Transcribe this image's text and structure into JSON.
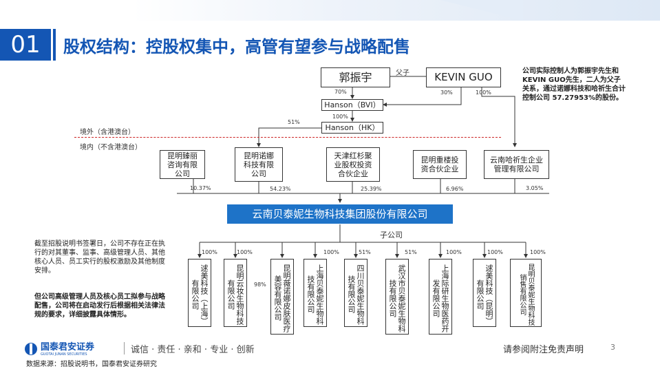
{
  "header": {
    "section_number": "01",
    "title": "股权结构：控股权集中，高管有望参与战略配售"
  },
  "people": {
    "guo_zhenyu": "郭振宇",
    "kevin_guo": "KEVIN GUO",
    "relation": "父子"
  },
  "holdings": {
    "hanson_bvi": "Hanson（BVI）",
    "hanson_hk": "Hanson（HK）",
    "pct_guo_bvi": "70%",
    "pct_kevin_bvi": "30%",
    "pct_kevin_yunnan": "100%",
    "pct_bvi_hk": "100%",
    "pct_hk_kunming_nuona": "51%"
  },
  "boundary": {
    "outside": "境外（含港澳台）",
    "inside": "境内（不含港澳台）"
  },
  "shareholders": [
    {
      "name": [
        "昆明臻丽",
        "咨询有限",
        "公司"
      ],
      "pct": "10.37%"
    },
    {
      "name": [
        "昆明诺娜",
        "科技有限",
        "公司"
      ],
      "pct": "54.23%"
    },
    {
      "name": [
        "天津红杉聚",
        "业股权投资",
        "合伙企业"
      ],
      "pct": "25.39%"
    },
    {
      "name": [
        "昆明重楼投",
        "资合伙企业"
      ],
      "pct": "6.96%"
    },
    {
      "name": [
        "云南哈祈生企业",
        "管理有限公司"
      ],
      "pct": "3.05%"
    }
  ],
  "main_company": "云南贝泰妮生物科技集团股份有限公司",
  "subsidiary_label": "子公司",
  "subsidiaries": [
    {
      "name": "逑美科技（上海）有限公司",
      "pct": "100%"
    },
    {
      "name": "昆明云妆生物科技有限公司",
      "pct": "100%"
    },
    {
      "name": "昆明薇诺娜皮肤医疗美容有限公司",
      "pct": "98%"
    },
    {
      "name": "上海贝泰妮生物科技有限公司",
      "pct": "100%"
    },
    {
      "name": "四川贝泰妮生物科技有限公司",
      "pct": "51%"
    },
    {
      "name": "武汉市贝泰妮生物科技有限公司",
      "pct": "51%"
    },
    {
      "name": "上海际研生物医药开发有限公司",
      "pct": "100%"
    },
    {
      "name": "逑美科技（昆明）有限公司",
      "pct": "100%"
    },
    {
      "name": "昆明贝泰妮生物科技销售有限公司",
      "pct": "100%"
    }
  ],
  "notes": {
    "top_right": "公司实际控制人为郭振宇先生和KEVIN GUO先生，二人为父子关系，通过诺娜科技和哈祈生合计控制公司 57.27953%的股份。",
    "left_1": "截至招股说明书签署日，公司不存在正在执行的对其董事、监事、高级管理人员、其他核心人员、员工实行的股权激励及其他制度安排。",
    "left_2": "但公司高级管理人员及核心员工拟参与战略配售，公司将在启动发行后根据相关法律法规的要求，详细披露具体情形。"
  },
  "footer": {
    "brand_cn": "国泰君安证券",
    "brand_en": "GUOTAI JUNAN SECURITIES",
    "slogan": "诚信 · 责任 · 亲和 · 专业 · 创新",
    "disclaimer": "请参阅附注免责声明",
    "page": "3",
    "source": "数据来源：招股说明书，国泰君安证券研究"
  },
  "colors": {
    "brand_blue": "#1456b4",
    "main_company": "#1e73c8",
    "boundary_red": "#cc2222"
  }
}
